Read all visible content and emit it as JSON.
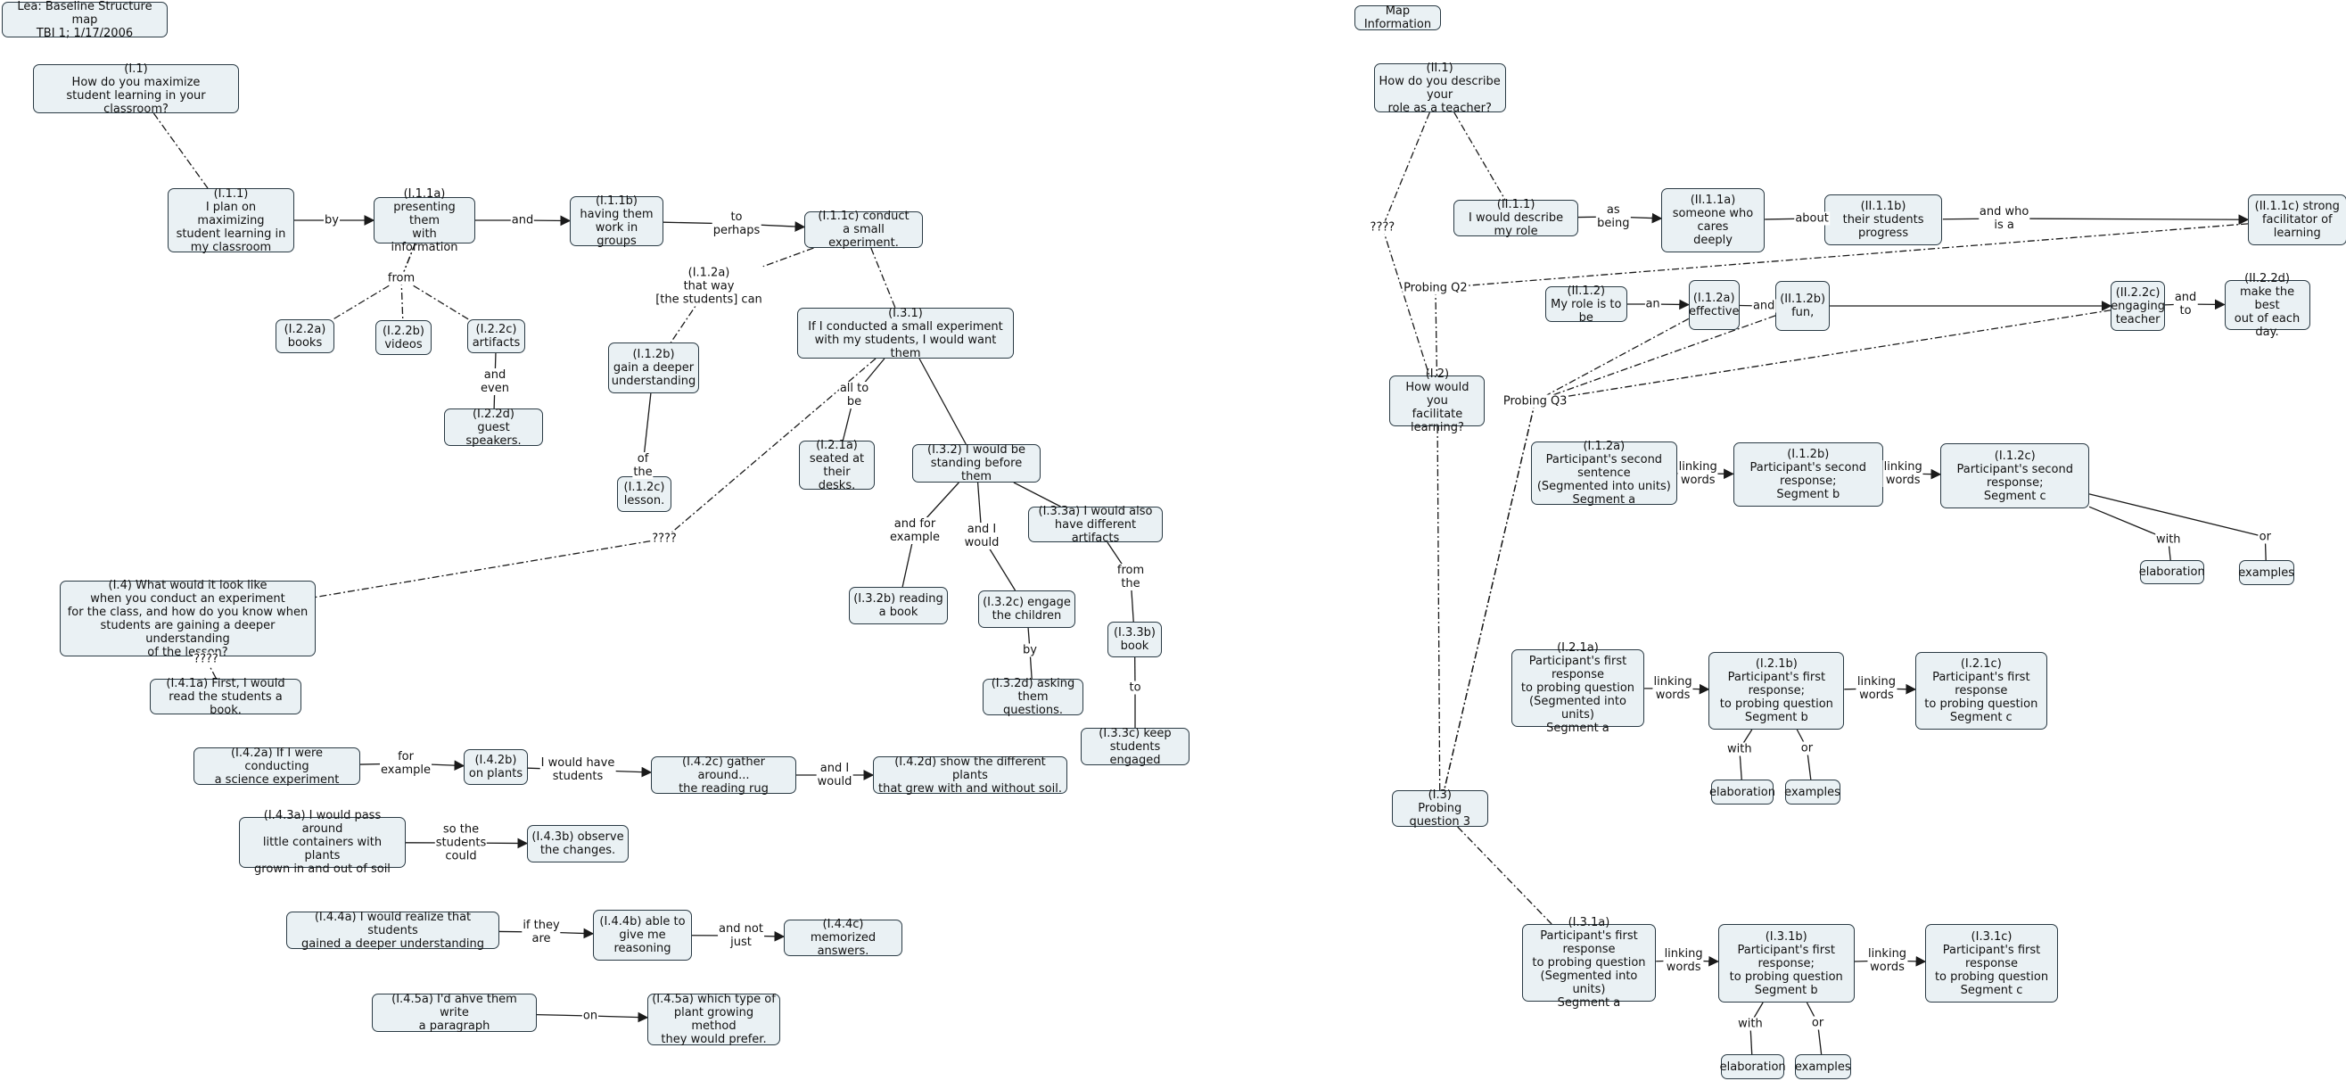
{
  "colors": {
    "node_fill": "#eaf1f4",
    "node_border": "#2a3a44",
    "line": "#1a1a1a",
    "background": "#ffffff"
  },
  "nodes": [
    {
      "id": "title",
      "text": "Lea: Baseline Structure map\nTBI 1; 1/17/2006"
    },
    {
      "id": "map_info",
      "text": "Map Information"
    },
    {
      "id": "n_I1",
      "text": "(I.1)\nHow do you maximize\nstudent learning in your classroom?"
    },
    {
      "id": "n_I11",
      "text": "(I.1.1)\nI plan on maximizing\nstudent learning in\nmy classroom"
    },
    {
      "id": "n_I11a",
      "text": "(I.1.1a)\npresenting them\nwith information"
    },
    {
      "id": "n_I11b",
      "text": "(I.1.1b)\nhaving them\nwork in groups"
    },
    {
      "id": "n_I11c",
      "text": "(I.1.1c) conduct\na small experiment."
    },
    {
      "id": "n_I22a",
      "text": "(I.2.2a)\nbooks"
    },
    {
      "id": "n_I22b",
      "text": "(I.2.2b)\nvideos"
    },
    {
      "id": "n_I22c",
      "text": "(I.2.2c)\nartifacts"
    },
    {
      "id": "n_I22d",
      "text": "(I.2.2d)\nguest speakers."
    },
    {
      "id": "n_I12b",
      "text": "(I.1.2b)\ngain a deeper\nunderstanding"
    },
    {
      "id": "n_I12c",
      "text": "(I.1.2c)\nlesson."
    },
    {
      "id": "n_I31",
      "text": "(I.3.1)\nIf I conducted a small experiment\nwith my students, I would want them"
    },
    {
      "id": "n_I21a",
      "text": "(I.2.1a)\nseated at\ntheir desks."
    },
    {
      "id": "n_I32",
      "text": "(I.3.2) I would be\nstanding before them"
    },
    {
      "id": "n_I33a",
      "text": "(I.3.3a) I would also\nhave different artifacts"
    },
    {
      "id": "n_I32b",
      "text": "(I.3.2b) reading\na book"
    },
    {
      "id": "n_I32c",
      "text": "(I.3.2c) engage\nthe children"
    },
    {
      "id": "n_I32d",
      "text": "(I.3.2d) asking\nthem questions."
    },
    {
      "id": "n_I33b",
      "text": "(I.3.3b)\nbook"
    },
    {
      "id": "n_I33c",
      "text": "(I.3.3c) keep\nstudents engaged"
    },
    {
      "id": "n_I4",
      "text": "(I.4) What would it look like\nwhen you conduct an experiment\nfor the class, and how do you know when\nstudents are gaining a deeper understanding\nof the lesson?"
    },
    {
      "id": "n_I41a",
      "text": "(I.4.1a) First, I would\nread the students a book."
    },
    {
      "id": "n_I42a",
      "text": "(I.4.2a) If I were conducting\na science experiment"
    },
    {
      "id": "n_I42b",
      "text": "(I.4.2b)\non plants"
    },
    {
      "id": "n_I42c",
      "text": "(I.4.2c) gather around...\nthe reading rug"
    },
    {
      "id": "n_I42d",
      "text": "(I.4.2d) show the different plants\nthat grew with and without soil."
    },
    {
      "id": "n_I43a",
      "text": "(I.4.3a) I would pass around\nlittle containers with plants\ngrown in and out of soil"
    },
    {
      "id": "n_I43b",
      "text": "(I.4.3b) observe\nthe changes."
    },
    {
      "id": "n_I44a",
      "text": "(I.4.4a) I would realize that students\ngained a deeper understanding"
    },
    {
      "id": "n_I44b",
      "text": "(I.4.4b) able to\ngive me\nreasoning"
    },
    {
      "id": "n_I44c",
      "text": "(I.4.4c) memorized\nanswers."
    },
    {
      "id": "n_I45a",
      "text": "(I.4.5a) I'd ahve them write\na paragraph"
    },
    {
      "id": "n_I45a2",
      "text": "(I.4.5a) which type of\nplant growing method\nthey would prefer."
    },
    {
      "id": "n_II1",
      "text": "(II.1)\nHow do you describe your\nrole as a teacher?"
    },
    {
      "id": "n_II11",
      "text": "(II.1.1)\nI would describe my role"
    },
    {
      "id": "n_II11a",
      "text": "(II.1.1a)\nsomeone who cares\ndeeply"
    },
    {
      "id": "n_II11b",
      "text": "(II.1.1b)\ntheir students progress"
    },
    {
      "id": "n_II11c",
      "text": "(II.1.1c) strong\nfacilitator of learning"
    },
    {
      "id": "n_II12",
      "text": "(II.1.2)\nMy role is to be"
    },
    {
      "id": "n_II12a",
      "text": "(I.1.2a)\neffective"
    },
    {
      "id": "n_II12b",
      "text": "(II.1.2b)\nfun,"
    },
    {
      "id": "n_II22c",
      "text": "(II.2.2c)\nengaging\nteacher"
    },
    {
      "id": "n_II22d",
      "text": "(II.2.2d)\nmake the best\nout of each day."
    },
    {
      "id": "n_I2",
      "text": "(I.2)\nHow would you\nfacilitate learning?"
    },
    {
      "id": "n_I3",
      "text": "(I.3)\nProbing question 3"
    },
    {
      "id": "n_P12a",
      "text": "(I.1.2a)\nParticipant's second sentence\n(Segmented into units)\nSegment a"
    },
    {
      "id": "n_P12b",
      "text": "(I.1.2b)\nParticipant's second response;\nSegment b"
    },
    {
      "id": "n_P12c",
      "text": "(I.1.2c)\nParticipant's second response;\nSegment c"
    },
    {
      "id": "n_E1",
      "text": "elaboration"
    },
    {
      "id": "n_X1",
      "text": "examples"
    },
    {
      "id": "n_P21a",
      "text": "(I.2.1a)\nParticipant's first response\nto probing question\n(Segmented into units)\nSegment a"
    },
    {
      "id": "n_P21b",
      "text": "(I.2.1b)\nParticipant's first response;\nto probing question\nSegment b"
    },
    {
      "id": "n_P21c",
      "text": "(I.2.1c)\nParticipant's first response\nto probing question\nSegment c"
    },
    {
      "id": "n_E2",
      "text": "elaboration"
    },
    {
      "id": "n_X2",
      "text": "examples"
    },
    {
      "id": "n_P31a",
      "text": "(I.3.1a)\nParticipant's first response\nto probing question\n(Segmented into units)\nSegment a"
    },
    {
      "id": "n_P31b",
      "text": "(I.3.1b)\nParticipant's first response;\nto probing question\nSegment b"
    },
    {
      "id": "n_P31c",
      "text": "(I.3.1c)\nParticipant's first response\nto probing question\nSegment c"
    },
    {
      "id": "n_E3",
      "text": "elaboration"
    },
    {
      "id": "n_X3",
      "text": "examples"
    }
  ],
  "labels": [
    {
      "id": "l_by",
      "text": "by"
    },
    {
      "id": "l_and1",
      "text": "and"
    },
    {
      "id": "l_toperhaps",
      "text": "to\nperhaps"
    },
    {
      "id": "l_from",
      "text": "from"
    },
    {
      "id": "l_andeven",
      "text": "and\neven"
    },
    {
      "id": "l_thatway",
      "text": "(I.1.2a)\nthat way\n[the students] can"
    },
    {
      "id": "l_ofthe",
      "text": "of\nthe"
    },
    {
      "id": "l_alltobe",
      "text": "all to\nbe"
    },
    {
      "id": "l_andforexample",
      "text": "and for\nexample"
    },
    {
      "id": "l_andiwould",
      "text": "and I\nwould"
    },
    {
      "id": "l_fromthe",
      "text": "from\nthe"
    },
    {
      "id": "l_by2",
      "text": "by"
    },
    {
      "id": "l_to2",
      "text": "to"
    },
    {
      "id": "l_q1",
      "text": "????"
    },
    {
      "id": "l_q2",
      "text": "????"
    },
    {
      "id": "l_forexample",
      "text": "for\nexample"
    },
    {
      "id": "l_iwouldhave",
      "text": "I would have\nstudents"
    },
    {
      "id": "l_andiwould2",
      "text": "and I\nwould"
    },
    {
      "id": "l_sothe",
      "text": "so the\nstudents\ncould"
    },
    {
      "id": "l_iftheyare",
      "text": "if they\nare"
    },
    {
      "id": "l_andnotjust",
      "text": "and not\njust"
    },
    {
      "id": "l_on",
      "text": "on"
    },
    {
      "id": "l_q3",
      "text": "????"
    },
    {
      "id": "l_asbeing",
      "text": "as\nbeing"
    },
    {
      "id": "l_about",
      "text": "about"
    },
    {
      "id": "l_andwhoisa",
      "text": "and who\nis a"
    },
    {
      "id": "l_probingq2",
      "text": "Probing Q2"
    },
    {
      "id": "l_an",
      "text": "an"
    },
    {
      "id": "l_and2",
      "text": "and"
    },
    {
      "id": "l_andto",
      "text": "and\nto"
    },
    {
      "id": "l_probingq3",
      "text": "Probing Q3"
    },
    {
      "id": "l_lw1",
      "text": "linking\nwords"
    },
    {
      "id": "l_lw2",
      "text": "linking\nwords"
    },
    {
      "id": "l_with1",
      "text": "with"
    },
    {
      "id": "l_or1",
      "text": "or"
    },
    {
      "id": "l_lw3",
      "text": "linking\nwords"
    },
    {
      "id": "l_lw4",
      "text": "linking\nwords"
    },
    {
      "id": "l_with2",
      "text": "with"
    },
    {
      "id": "l_or2",
      "text": "or"
    },
    {
      "id": "l_lw5",
      "text": "linking\nwords"
    },
    {
      "id": "l_lw6",
      "text": "linking\nwords"
    },
    {
      "id": "l_with3",
      "text": "with"
    },
    {
      "id": "l_or3",
      "text": "or"
    }
  ]
}
